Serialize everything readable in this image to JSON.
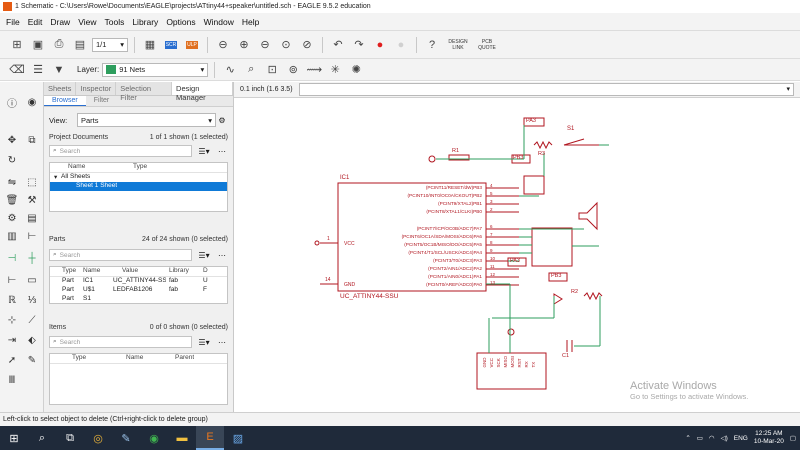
{
  "window": {
    "title": "1 Schematic - C:\\Users\\Rowe\\Documents\\EAGLE\\projects\\ATtiny44+speaker\\untitled.sch - EAGLE 9.5.2 education"
  },
  "menu": [
    "File",
    "Edit",
    "Draw",
    "View",
    "Tools",
    "Library",
    "Options",
    "Window",
    "Help"
  ],
  "toolbar": {
    "sheet_select": "1/1",
    "scr": "SCR",
    "ulp": "ULP",
    "design_link": "DESIGN\nLINK",
    "pcb_quote": "PCB\nQUOTE"
  },
  "layer_bar": {
    "label": "Layer:",
    "value": "91 Nets",
    "layer_color": "#2e9e5e"
  },
  "panel": {
    "tabs": [
      "Sheets",
      "Inspector",
      "Selection Filter",
      "Design Manager"
    ],
    "active_tab": "Design Manager",
    "subtabs": [
      "Browser",
      "Filter"
    ],
    "view_label": "View:",
    "view_value": "Parts",
    "project_docs": {
      "title": "Project Documents",
      "count": "1 of 1 shown (1 selected)",
      "search_placeholder": "Search",
      "headers": [
        "Name",
        "Type"
      ],
      "rows": [
        "All Sheets",
        "Sheet 1 Sheet"
      ]
    },
    "parts": {
      "title": "Parts",
      "count": "24 of 24 shown (0 selected)",
      "search_placeholder": "Search",
      "headers": [
        "Type",
        "Name",
        "Value",
        "Library",
        "D"
      ],
      "rows": [
        [
          "Part",
          "IC1",
          "UC_ATTINY44-SSU",
          "fab",
          "U"
        ],
        [
          "Part",
          "U$1",
          "LEDFAB1206",
          "fab",
          "F"
        ],
        [
          "Part",
          "S1",
          "",
          "",
          ""
        ]
      ]
    },
    "items": {
      "title": "Items",
      "count": "0 of 0 shown (0 selected)",
      "search_placeholder": "Search",
      "headers": [
        "Type",
        "Name",
        "Parent"
      ]
    }
  },
  "grid_readout": "0.1 inch (1.6 3.5)",
  "schematic": {
    "ic_label": "IC1",
    "ic_value": "UC_ATTINY44-SSU",
    "vcc": "VCC",
    "gnd": "GND",
    "pins": [
      "(PCINT11/RESET/dW)PB3",
      "(PCINT10/INT0/OC0A/CKOUT)PB2",
      "(PCINT9/XTAL2)PB1",
      "(PCINT8/XTAL1/CLKI)PB0",
      "(PCINT7/ICP/OC0B/ADC7)PA7",
      "(PCINT6/OC1A/SDA/MOSI/ADC6)PA6",
      "(PCINT5/OC1B/MISO/DO/ADC5)PA5",
      "(PCINT4/T1/SCL/USCK/ADC4)PA4",
      "(PCINT3/T0/ADC3)PA3",
      "(PCINT2/AIN1/ADC2)PA2",
      "(PCINT1/AIN0/ADC1)PA1",
      "(PCINT0/AREF/ADC0)PA0"
    ],
    "pin_numbers": [
      "4",
      "5",
      "3",
      "2",
      "6",
      "7",
      "8",
      "9",
      "10",
      "11",
      "12",
      "13"
    ],
    "vcc_pin": "1",
    "gnd_pin": "14",
    "labels": [
      "PA3",
      "PB3",
      "PA3",
      "PB3",
      "S1",
      "R1",
      "R3",
      "R2",
      "C1"
    ],
    "connector_pins": [
      "GND",
      "VCC",
      "SCK",
      "MISO",
      "MOSI",
      "RST",
      "RX",
      "TX"
    ]
  },
  "watermark": {
    "line1": "Activate Windows",
    "line2": "Go to Settings to activate Windows."
  },
  "status": "Left-click to select object to delete (Ctrl+right-click to delete group)",
  "taskbar": {
    "time": "12:25 AM",
    "date": "10-Mar-20",
    "lang": "ENG"
  },
  "colors": {
    "schematic": "#b0151f",
    "net": "#2e9e5e",
    "selection": "#0f7ad7",
    "taskbar": "#1f2a3a"
  }
}
